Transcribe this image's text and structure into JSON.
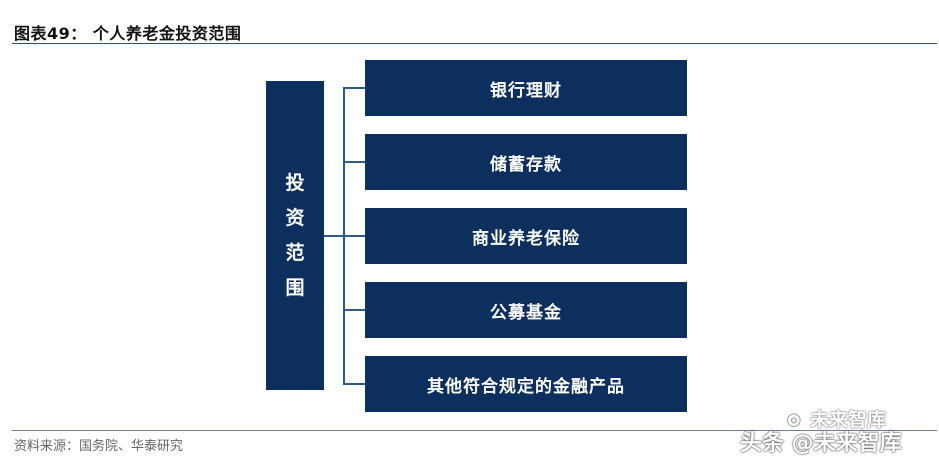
{
  "figure": {
    "title": "图表49：  个人养老金投资范围",
    "source": "资料来源：国务院、华泰研究"
  },
  "diagram": {
    "root_chars": [
      "投",
      "资",
      "范",
      "围"
    ],
    "items": [
      "银行理财",
      "储蓄存款",
      "商业养老保险",
      "公募基金",
      "其他符合规定的金融产品"
    ],
    "colors": {
      "box": "#0d2f5e",
      "connector": "#2f5a90",
      "text": "#ffffff"
    }
  },
  "watermark": {
    "icon": "wechat-icon",
    "line1": "未来智库",
    "line2": "头条 @未来智库"
  }
}
